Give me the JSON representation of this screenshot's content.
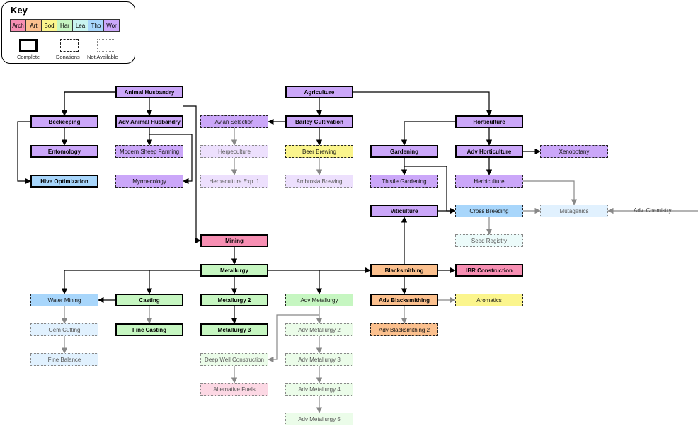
{
  "key": {
    "title": "Key",
    "categories": [
      {
        "id": "arch",
        "label": "Arch",
        "color": "#f78fb3"
      },
      {
        "id": "art",
        "label": "Art",
        "color": "#fbc08e"
      },
      {
        "id": "bod",
        "label": "Bod",
        "color": "#fbf58d"
      },
      {
        "id": "har",
        "label": "Har",
        "color": "#c6f6c1"
      },
      {
        "id": "lea",
        "label": "Lea",
        "color": "#c9f4f0"
      },
      {
        "id": "tho",
        "label": "Tho",
        "color": "#a8d6fb"
      },
      {
        "id": "wor",
        "label": "Wor",
        "color": "#cba7f9"
      }
    ],
    "legend": {
      "complete": "Complete",
      "donations": "Donations",
      "not_available": "Not Available"
    }
  },
  "external": {
    "adv_chemistry": "Adv. Chemistry"
  },
  "nodes": [
    {
      "id": "animal_husbandry",
      "label": "Animal Husbandry",
      "cat": "wor",
      "status": "complete"
    },
    {
      "id": "agriculture",
      "label": "Agriculture",
      "cat": "wor",
      "status": "complete"
    },
    {
      "id": "beekeeping",
      "label": "Beekeeping",
      "cat": "wor",
      "status": "complete"
    },
    {
      "id": "adv_animal_husbandry",
      "label": "Adv Animal Husbandry",
      "cat": "wor",
      "status": "complete"
    },
    {
      "id": "avian_selection",
      "label": "Avian Selection",
      "cat": "wor",
      "status": "donation"
    },
    {
      "id": "barley_cultivation",
      "label": "Barley Cultivation",
      "cat": "wor",
      "status": "complete"
    },
    {
      "id": "horticulture",
      "label": "Horticulture",
      "cat": "wor",
      "status": "complete"
    },
    {
      "id": "entomology",
      "label": "Entomology",
      "cat": "wor",
      "status": "complete"
    },
    {
      "id": "modern_sheep_farming",
      "label": "Modern Sheep Farming",
      "cat": "wor",
      "status": "donation"
    },
    {
      "id": "herpeculture",
      "label": "Herpeculture",
      "cat": "wor",
      "status": "na"
    },
    {
      "id": "beer_brewing",
      "label": "Beer Brewing",
      "cat": "bod",
      "status": "donation"
    },
    {
      "id": "gardening",
      "label": "Gardening",
      "cat": "wor",
      "status": "complete"
    },
    {
      "id": "adv_horticulture",
      "label": "Adv Horticulture",
      "cat": "wor",
      "status": "complete"
    },
    {
      "id": "xenobotany",
      "label": "Xenobotany",
      "cat": "wor",
      "status": "donation"
    },
    {
      "id": "hive_optimization",
      "label": "Hive Optimization",
      "cat": "tho",
      "status": "complete"
    },
    {
      "id": "myrmecology",
      "label": "Myrmecology",
      "cat": "wor",
      "status": "donation"
    },
    {
      "id": "herpeculture_exp_1",
      "label": "Herpeculture Exp. 1",
      "cat": "wor",
      "status": "na"
    },
    {
      "id": "ambrosia_brewing",
      "label": "Ambrosia Brewing",
      "cat": "wor",
      "status": "na"
    },
    {
      "id": "thistle_gardening",
      "label": "Thistle Gardening",
      "cat": "wor",
      "status": "donation"
    },
    {
      "id": "herbiculture",
      "label": "Herbiculture",
      "cat": "wor",
      "status": "donation"
    },
    {
      "id": "viticulture",
      "label": "Viticulture",
      "cat": "wor",
      "status": "complete"
    },
    {
      "id": "cross_breeding",
      "label": "Cross Breeding",
      "cat": "tho",
      "status": "donation"
    },
    {
      "id": "mutagenics",
      "label": "Mutagenics",
      "cat": "tho",
      "status": "na"
    },
    {
      "id": "seed_registry",
      "label": "Seed Registry",
      "cat": "lea",
      "status": "na"
    },
    {
      "id": "mining",
      "label": "Mining",
      "cat": "arch",
      "status": "complete"
    },
    {
      "id": "metallurgy",
      "label": "Metallurgy",
      "cat": "har",
      "status": "complete"
    },
    {
      "id": "blacksmithing",
      "label": "Blacksmithing",
      "cat": "art",
      "status": "complete"
    },
    {
      "id": "ibr_construction",
      "label": "IBR Construction",
      "cat": "arch",
      "status": "complete"
    },
    {
      "id": "water_mining",
      "label": "Water Mining",
      "cat": "tho",
      "status": "donation"
    },
    {
      "id": "casting",
      "label": "Casting",
      "cat": "har",
      "status": "complete"
    },
    {
      "id": "metallurgy_2",
      "label": "Metallurgy 2",
      "cat": "har",
      "status": "complete"
    },
    {
      "id": "adv_metallurgy",
      "label": "Adv Metallurgy",
      "cat": "har",
      "status": "donation"
    },
    {
      "id": "adv_blacksmithing",
      "label": "Adv Blacksmithing",
      "cat": "art",
      "status": "complete"
    },
    {
      "id": "aromatics",
      "label": "Aromatics",
      "cat": "bod",
      "status": "donation"
    },
    {
      "id": "gem_cutting",
      "label": "Gem Cutting",
      "cat": "tho",
      "status": "na"
    },
    {
      "id": "fine_casting",
      "label": "Fine Casting",
      "cat": "har",
      "status": "complete"
    },
    {
      "id": "metallurgy_3",
      "label": "Metallurgy 3",
      "cat": "har",
      "status": "complete"
    },
    {
      "id": "adv_metallurgy_2",
      "label": "Adv Metallurgy 2",
      "cat": "har",
      "status": "na"
    },
    {
      "id": "adv_blacksmithing_2",
      "label": "Adv Blacksmithing 2",
      "cat": "art",
      "status": "donation"
    },
    {
      "id": "fine_balance",
      "label": "Fine Balance",
      "cat": "tho",
      "status": "na"
    },
    {
      "id": "deep_well_construction",
      "label": "Deep Well Construction",
      "cat": "har",
      "status": "na"
    },
    {
      "id": "adv_metallurgy_3",
      "label": "Adv Metallurgy 3",
      "cat": "har",
      "status": "na"
    },
    {
      "id": "alternative_fuels",
      "label": "Alternative Fuels",
      "cat": "arch",
      "status": "na"
    },
    {
      "id": "adv_metallurgy_4",
      "label": "Adv Metallurgy 4",
      "cat": "har",
      "status": "na"
    },
    {
      "id": "adv_metallurgy_5",
      "label": "Adv Metallurgy 5",
      "cat": "har",
      "status": "na"
    }
  ]
}
